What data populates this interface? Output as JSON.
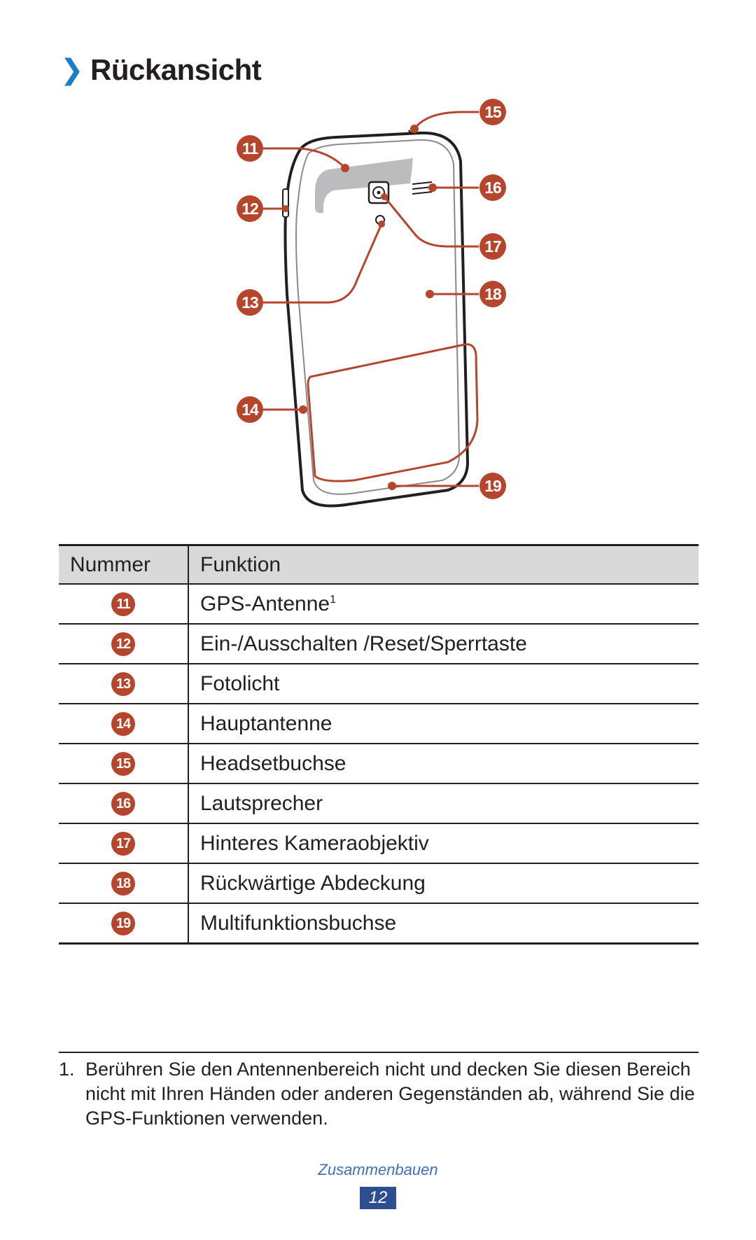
{
  "heading": {
    "chevron": "❯",
    "title": "Rückansicht"
  },
  "callouts": [
    "11",
    "12",
    "13",
    "14",
    "15",
    "16",
    "17",
    "18",
    "19"
  ],
  "colors": {
    "accent": "#b5452c",
    "chevron": "#1a7fc8",
    "header_bg": "#d9d9da",
    "page_badge": "#2e4f8f"
  },
  "table": {
    "headers": [
      "Nummer",
      "Funktion"
    ],
    "rows": [
      {
        "num": "11",
        "function": "GPS-Antenne",
        "footnote": "1"
      },
      {
        "num": "12",
        "function": "Ein-/Ausschalten /Reset/Sperrtaste"
      },
      {
        "num": "13",
        "function": "Fotolicht"
      },
      {
        "num": "14",
        "function": "Hauptantenne"
      },
      {
        "num": "15",
        "function": "Headsetbuchse"
      },
      {
        "num": "16",
        "function": "Lautsprecher"
      },
      {
        "num": "17",
        "function": "Hinteres Kameraobjektiv"
      },
      {
        "num": "18",
        "function": "Rückwärtige Abdeckung"
      },
      {
        "num": "19",
        "function": "Multifunktionsbuchse"
      }
    ]
  },
  "footnote": {
    "number": "1.",
    "text": "Berühren Sie den Antennenbereich nicht und decken Sie diesen Bereich nicht mit Ihren Händen oder anderen Gegenständen ab, während Sie die GPS-Funktionen verwenden."
  },
  "footer": {
    "section": "Zusammenbauen",
    "page": "12"
  }
}
